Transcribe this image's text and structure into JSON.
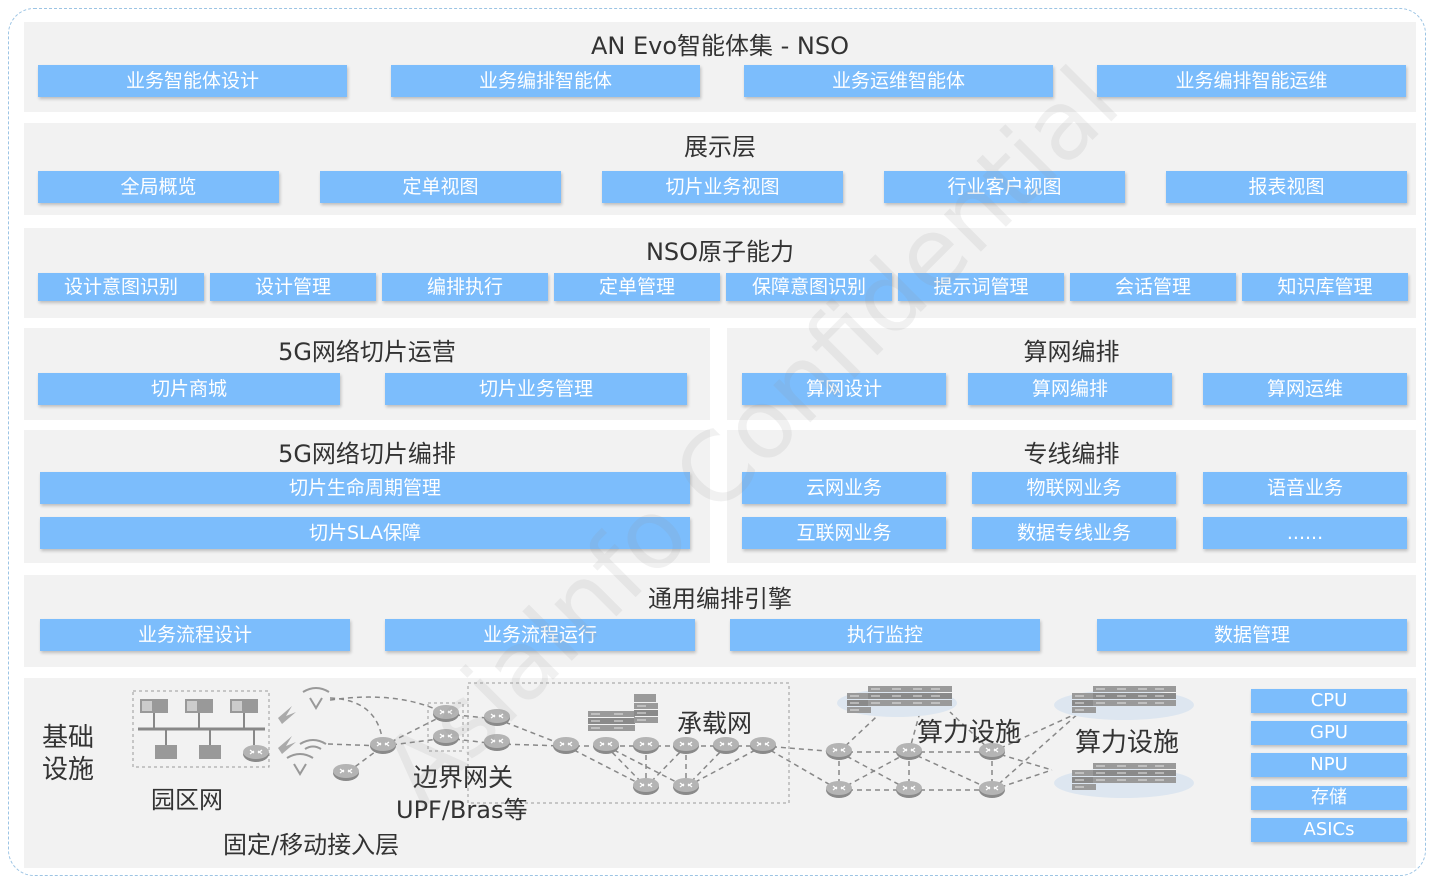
{
  "layer1": {
    "title": "AN Evo智能体集 - NSO",
    "items": [
      "业务智能体设计",
      "业务编排智能体",
      "业务运维智能体",
      "业务编排智能运维"
    ]
  },
  "layer2": {
    "title": "展示层",
    "items": [
      "全局概览",
      "定单视图",
      "切片业务视图",
      "行业客户视图",
      "报表视图"
    ]
  },
  "layer3": {
    "title": "NSO原子能力",
    "items": [
      "设计意图识别",
      "设计管理",
      "编排执行",
      "定单管理",
      "保障意图识别",
      "提示词管理",
      "会话管理",
      "知识库管理"
    ]
  },
  "slice_ops": {
    "title": "5G网络切片运营",
    "items": [
      "切片商城",
      "切片业务管理"
    ]
  },
  "compute_orch": {
    "title": "算网编排",
    "items": [
      "算网设计",
      "算网编排",
      "算网运维"
    ]
  },
  "slice_orch": {
    "title": "5G网络切片编排",
    "items": [
      "切片生命周期管理",
      "切片SLA保障"
    ]
  },
  "line_orch": {
    "title": "专线编排",
    "items": [
      "云网业务",
      "物联网业务",
      "语音业务",
      "互联网业务",
      "数据专线业务",
      "......"
    ]
  },
  "engine": {
    "title": "通用编排引擎",
    "items": [
      "业务流程设计",
      "业务流程运行",
      "执行监控",
      "数据管理"
    ]
  },
  "infra": {
    "title": "基础设施",
    "campus": "园区网",
    "access": "固定/移动接入层",
    "edge_gw": "边界网关",
    "upf": "UPF/Bras等",
    "bearer": "承载网",
    "compute1": "算力设施",
    "compute2": "算力设施",
    "chips": [
      "CPU",
      "GPU",
      "NPU",
      "存储",
      "ASICs"
    ]
  },
  "watermark": "AsiaInfo Confidential",
  "colors": {
    "button": "#7cbdfc",
    "panel": "#f2f2f2",
    "frame": "#9cc4e4"
  }
}
